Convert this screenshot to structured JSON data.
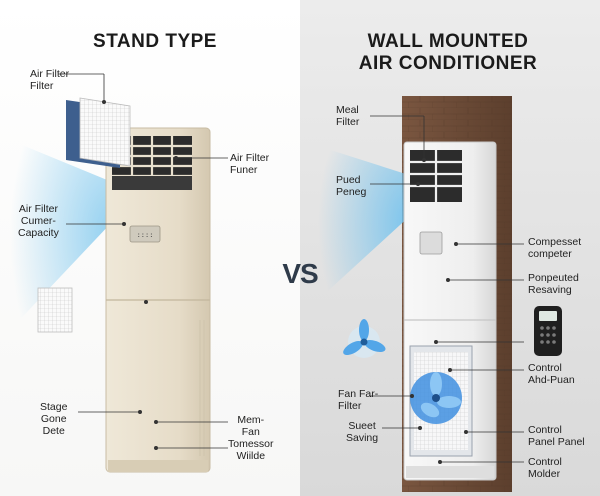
{
  "left": {
    "title": "STAND TYPE",
    "labels": {
      "air_filter_top": "Air Filter\nFilter",
      "air_filter_funer": "Air Filter\nFuner",
      "air_filter_capacity": "Air Filter\nCumer-\nCapacity",
      "stage_gone": "Stage\nGone\nDete",
      "mem_fan": "Mem-\nFan\nTomessor\nWiilde"
    }
  },
  "vs": "VS",
  "right": {
    "title_line1": "WALL MOUNTED",
    "title_line2": "AIR CONDITIONER",
    "labels": {
      "meal_filter": "Meal\nFilter",
      "pued_peneg": "Pued\nPeneg",
      "compesset": "Compesset\ncompeter",
      "ponpeuted": "Ponpeuted\nResaving",
      "control_ahd": "Control\nAhd-Puan",
      "fan_filter": "Fan Far-\nFilter",
      "sueet_saving": "Sueet\nSaving",
      "control_panel": "Control\nPanel Panel",
      "control_molder": "Control\nMolder"
    }
  },
  "colors": {
    "unit_beige": "#ece4d3",
    "unit_white": "#f2f2f2",
    "airflow": "#7fc8ee",
    "fan_blue": "#3f8fe0",
    "wall_brown": "#6b4a36",
    "leader": "#333333"
  }
}
